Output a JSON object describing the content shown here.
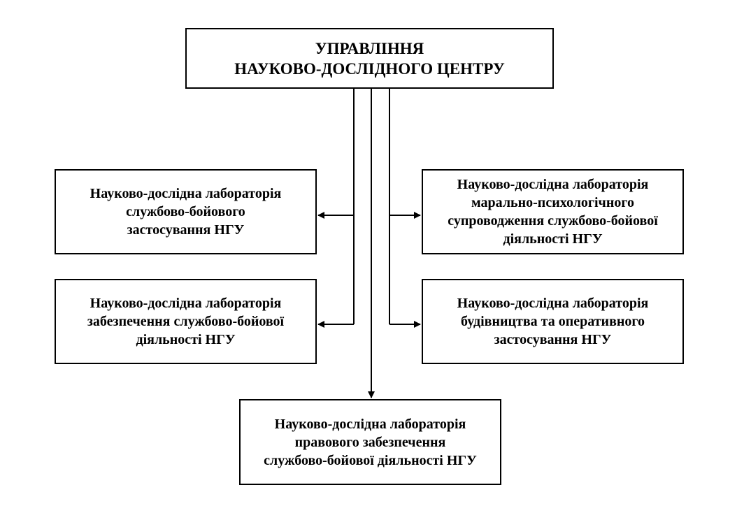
{
  "diagram": {
    "root": {
      "lines": [
        "УПРАВЛІННЯ",
        "НАУКОВО-ДОСЛІДНОГО ЦЕНТРУ"
      ]
    },
    "labs": {
      "left_1": {
        "lines": [
          "Науково-дослідна лабораторія",
          "службово-бойового",
          "застосування НГУ"
        ]
      },
      "left_2": {
        "lines": [
          "Науково-дослідна лабораторія",
          "забезпечення службово-бойової",
          "діяльності НГУ"
        ]
      },
      "right_1": {
        "lines": [
          "Науково-дослідна лабораторія",
          "марально-психологічного",
          "супроводження службово-бойової",
          "діяльності НГУ"
        ]
      },
      "right_2": {
        "lines": [
          "Науково-дослідна лабораторія",
          "будівництва та оперативного",
          "застосування НГУ"
        ]
      },
      "bottom": {
        "lines": [
          "Науково-дослідна лабораторія",
          "правового забезпечення",
          "службово-бойової діяльності НГУ"
        ]
      }
    },
    "line_color": "#000000"
  }
}
